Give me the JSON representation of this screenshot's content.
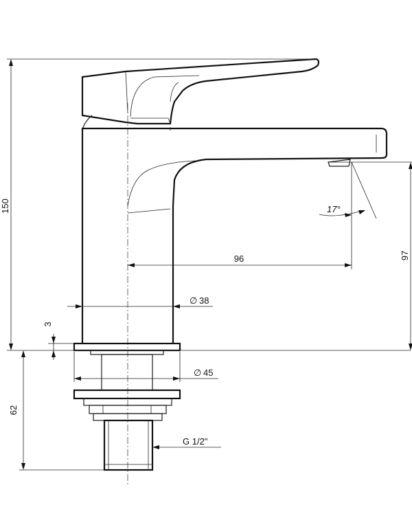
{
  "dimensions": {
    "height_total": "150",
    "spout_height": "97",
    "spout_reach": "96",
    "body_diameter": "38",
    "base_diameter": "45",
    "base_thickness": "3",
    "shank_length": "62",
    "spout_angle": "17°",
    "thread": "G 1/2\""
  },
  "symbols": {
    "diameter": "∅"
  }
}
